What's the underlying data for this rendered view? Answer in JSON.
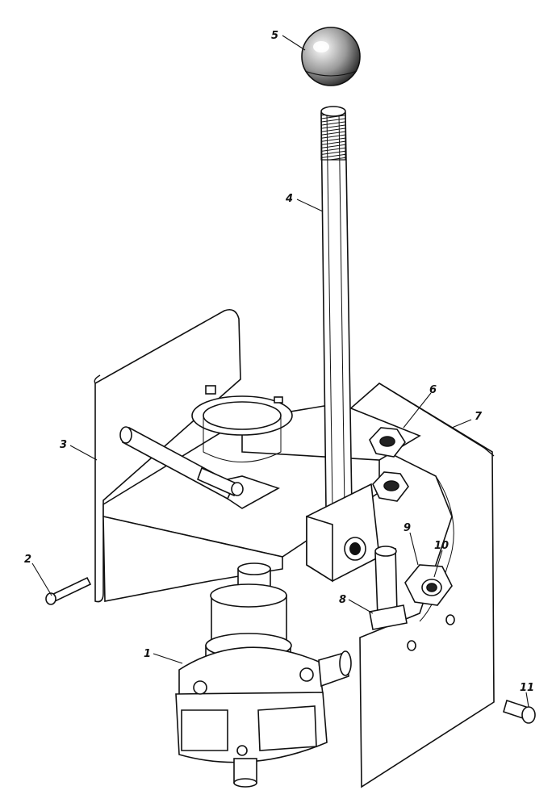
{
  "callouts": [
    "1",
    "2",
    "3",
    "4",
    "5",
    "6",
    "7",
    "8",
    "9",
    "10",
    "11"
  ],
  "colors": {
    "ink": "#111111",
    "paper": "#ffffff"
  }
}
